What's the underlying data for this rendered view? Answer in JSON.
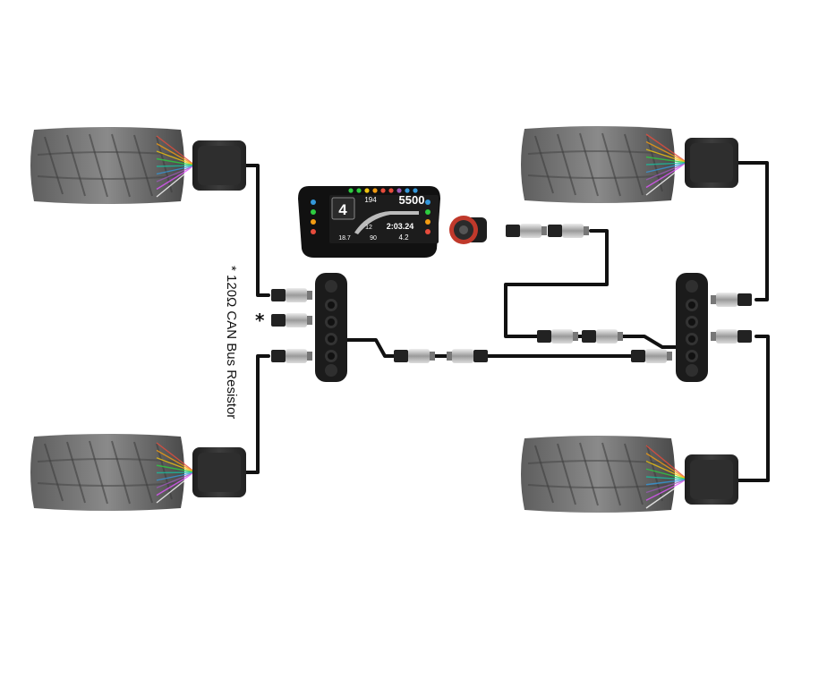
{
  "annotation": {
    "asterisk": "*",
    "resistor_label": "* 120Ω CAN Bus Resistor"
  },
  "dash": {
    "gear": "4",
    "rpm": "5500",
    "speed": "194",
    "lap": "12",
    "lap_time": "2:03.24",
    "value_1": "18.7",
    "value_2": "90",
    "value_3": "4.2"
  },
  "colors": {
    "cable": "#111111",
    "tyre": "#5a5a5a",
    "sensor_body": "#2b2b2b",
    "connector_metal": "#b9b9b9",
    "power_ring": "#c0392b",
    "shift_lights": [
      "#2ecc40",
      "#2ecc40",
      "#f1c40f",
      "#f39c12",
      "#e74c3c",
      "#e74c3c",
      "#9b59b6",
      "#3498db",
      "#3498db"
    ],
    "sensor_fan": [
      "#e74c3c",
      "#f39c12",
      "#f1c40f",
      "#2ecc40",
      "#1abc9c",
      "#3498db",
      "#9b59b6",
      "#e056fd",
      "#ffffff"
    ]
  },
  "icons": {
    "tyre": "tyre-icon",
    "sensor": "tyre-temperature-sensor-icon",
    "hub": "can-hub-icon",
    "connector": "m8-connector-icon",
    "dash": "dash-display-icon",
    "power": "power-connector-icon"
  }
}
